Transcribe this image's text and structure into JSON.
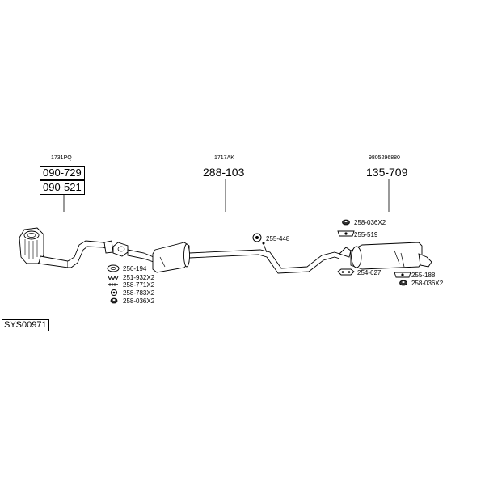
{
  "diagram_id": "SYS00971",
  "groups": [
    {
      "ref": "1731PQ",
      "parts": [
        "090-729",
        "090-521"
      ]
    },
    {
      "ref": "1717AK",
      "parts": [
        "288-103"
      ]
    },
    {
      "ref": "9805296880",
      "parts": [
        "135-709"
      ]
    }
  ],
  "small_parts": {
    "p256_194": "256-194",
    "p251_932": "251-932X2",
    "p258_771": "258-771X2",
    "p258_783": "258-783X2",
    "p258_036a": "258-036X2",
    "p255_448": "255-448",
    "p258_036b": "258-036X2",
    "p255_519": "255-519",
    "p254_627": "254-627",
    "p255_188": "255-188",
    "p258_036c": "258-036X2"
  }
}
